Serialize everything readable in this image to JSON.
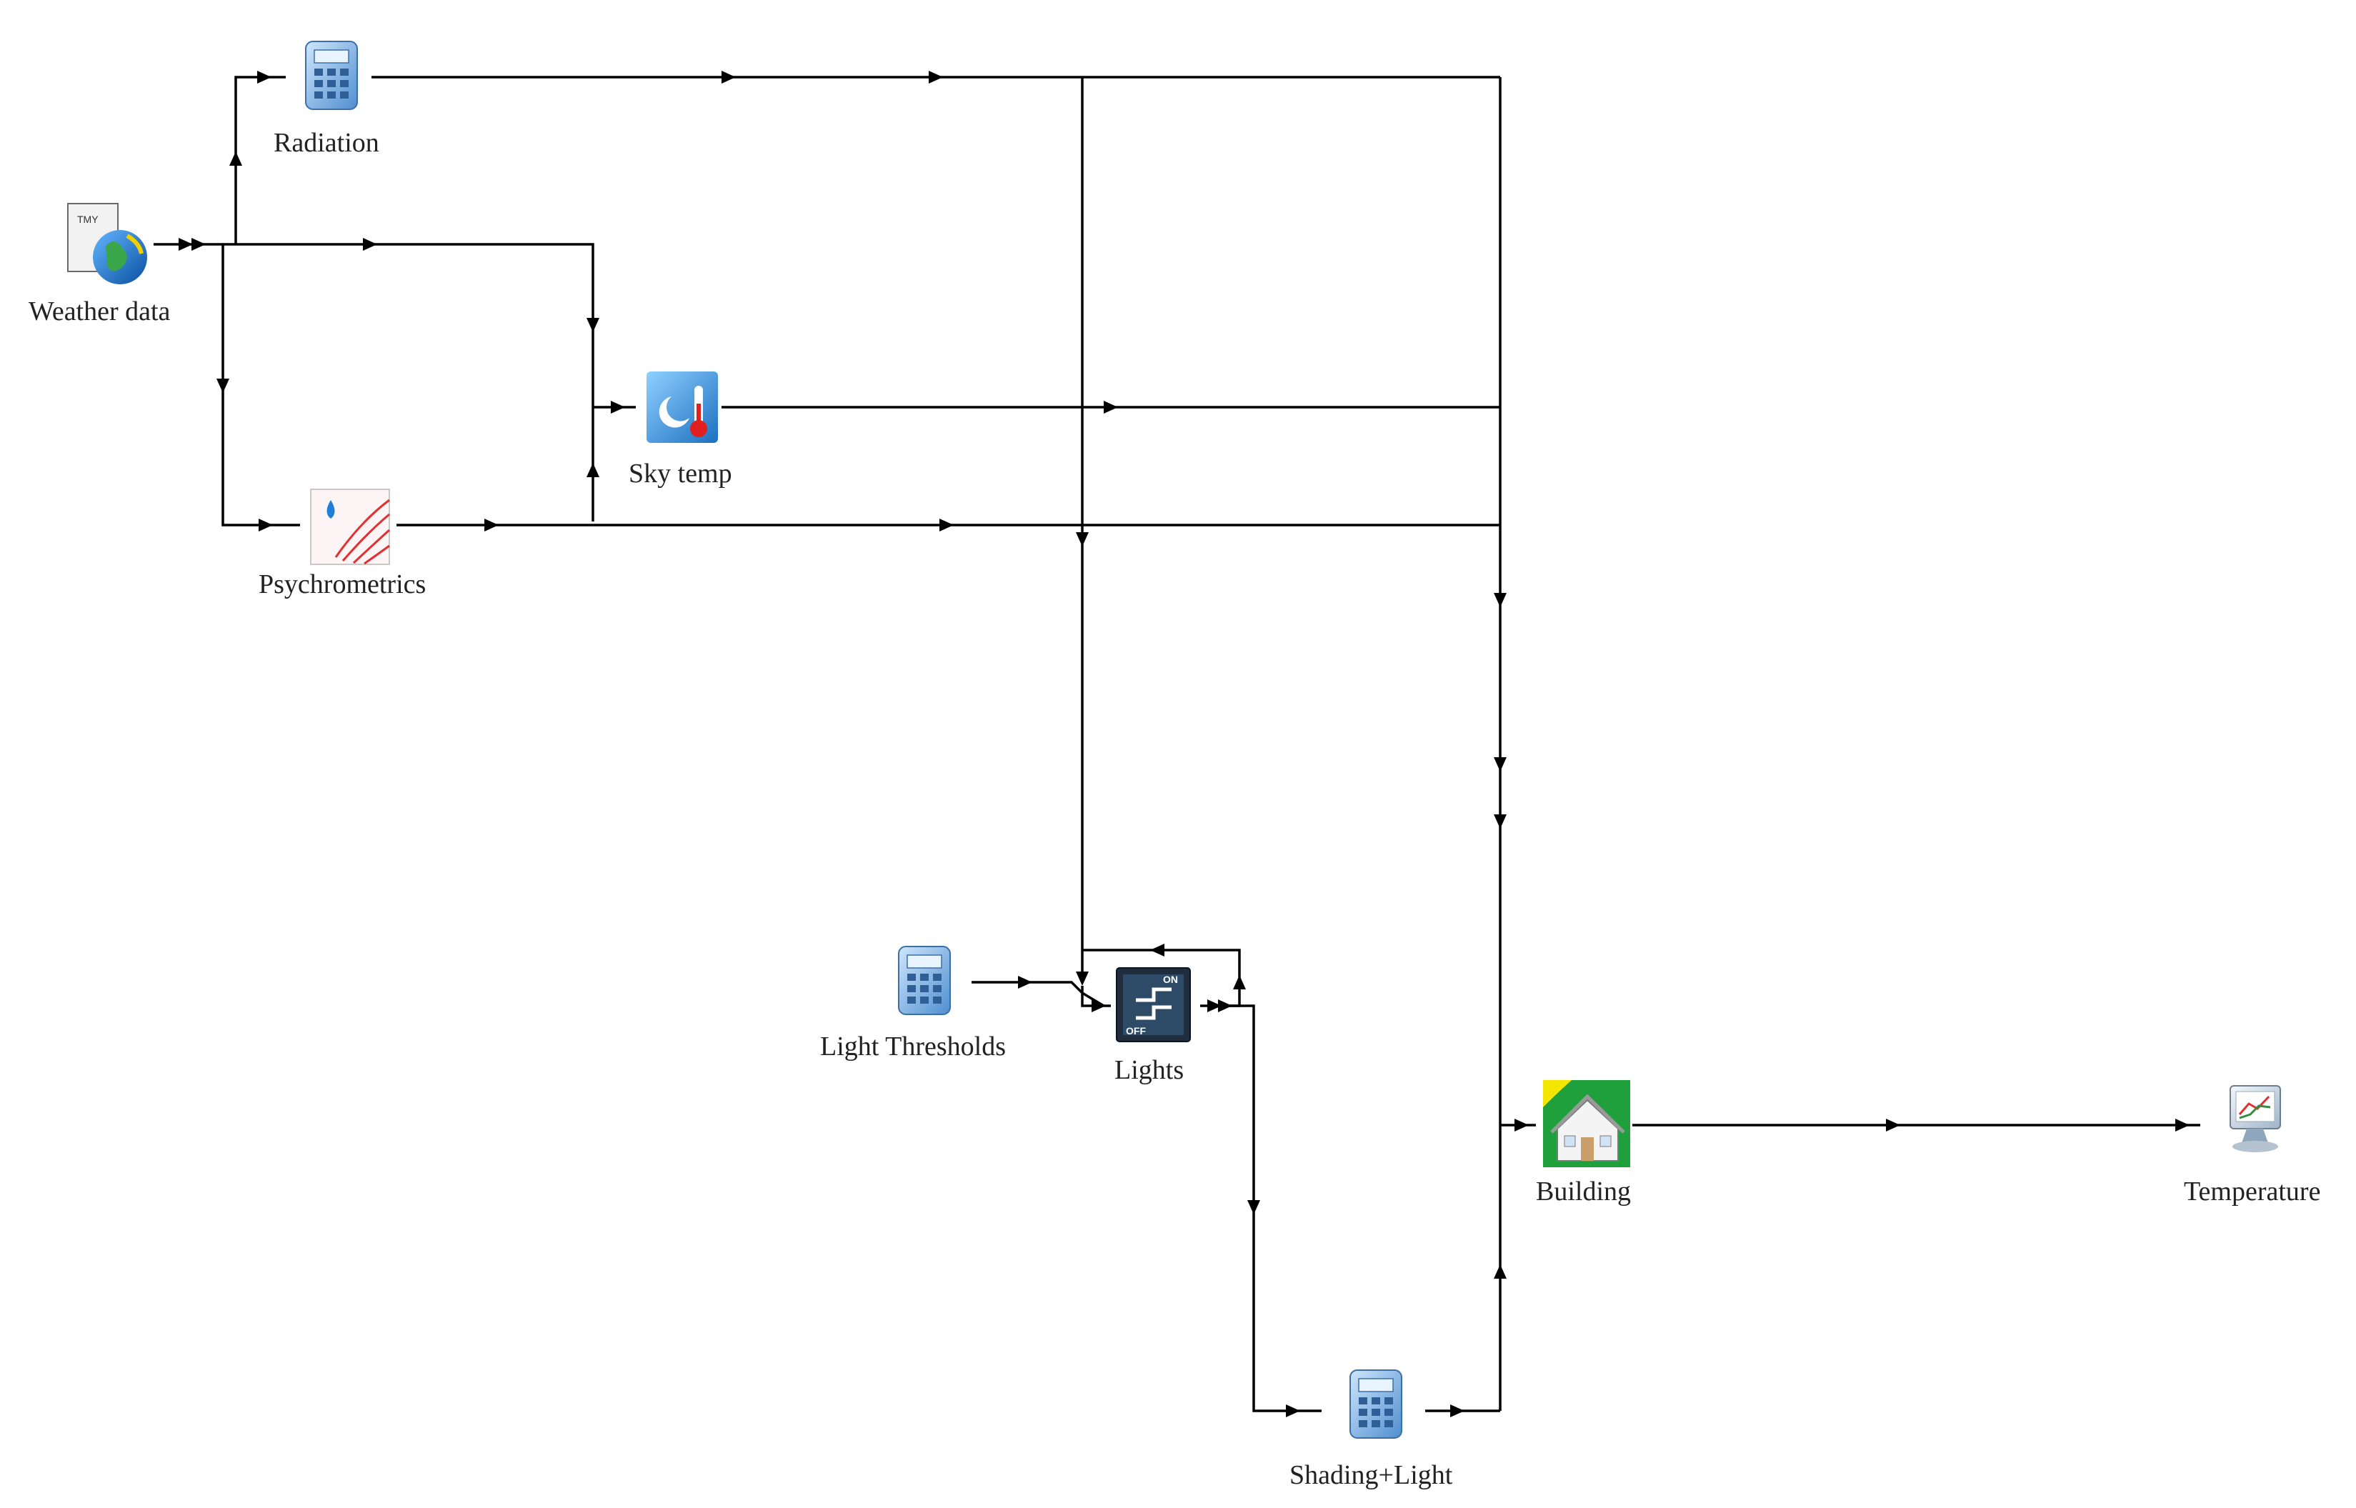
{
  "components": {
    "weather_data": {
      "label": "Weather data",
      "icon": "weather-globe-icon"
    },
    "radiation": {
      "label": "Radiation",
      "icon": "calculator-icon"
    },
    "sky_temp": {
      "label": "Sky temp",
      "icon": "sky-thermometer-icon"
    },
    "psychrometrics": {
      "label": "Psychrometrics",
      "icon": "psychrometric-chart-icon"
    },
    "light_thresholds": {
      "label": "Light Thresholds",
      "icon": "calculator-icon"
    },
    "lights": {
      "label": "Lights",
      "icon": "on-off-switch-icon"
    },
    "building": {
      "label": "Building",
      "icon": "house-icon"
    },
    "temperature": {
      "label": "Temperature",
      "icon": "monitor-plot-icon"
    },
    "shading_light": {
      "label": "Shading+Light",
      "icon": "calculator-icon"
    }
  },
  "colors": {
    "wire": "#000000",
    "calculator_blue": "#6fa8dc",
    "sky_blue": "#2f8fd8",
    "psychro_red": "#e03030",
    "lights_dark": "#1f2d3d",
    "building_green": "#1fa03c",
    "building_yellow": "#f2e600"
  }
}
